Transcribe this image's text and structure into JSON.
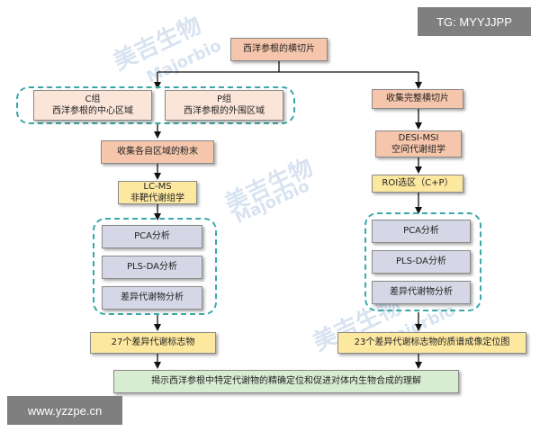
{
  "nodes": {
    "root": "西洋参根的横切片",
    "c_group_title": "C组",
    "c_group_desc": "西洋参根的中心区域",
    "p_group_title": "P组",
    "p_group_desc": "西洋参根的外围区域",
    "collect_powder": "收集各自区域的粉末",
    "lcms_title": "LC-MS",
    "lcms_desc": "非靶代谢组学",
    "pca_left": "PCA分析",
    "plsda_left": "PLS-DA分析",
    "diff_left": "差异代谢物分析",
    "result_left": "27个差异代谢标志物",
    "collect_slices": "收集完整横切片",
    "desi_title": "DESI-MSI",
    "desi_desc": "空间代谢组学",
    "roi": "ROI选区（C+P）",
    "pca_right": "PCA分析",
    "plsda_right": "PLS-DA分析",
    "diff_right": "差异代谢物分析",
    "result_right": "23个差异代谢标志物的质谱成像定位图",
    "conclusion": "揭示西洋参根中特定代谢物的精确定位和促进对体内生物合成的理解"
  },
  "watermark": {
    "brand_cn": "美吉生物",
    "brand_en": "Majorbio"
  },
  "overlay": {
    "top_tag": "TG: MYYJJPP",
    "bottom_tag": "www.yzzpe.cn"
  },
  "colors": {
    "peach": "#f6c6ac",
    "light_pink": "#fbe5d9",
    "yellow": "#fde8a0",
    "green": "#d8ecd2",
    "gray_blue": "#d6d7e6",
    "dashed_teal": "#3aa8a8"
  }
}
